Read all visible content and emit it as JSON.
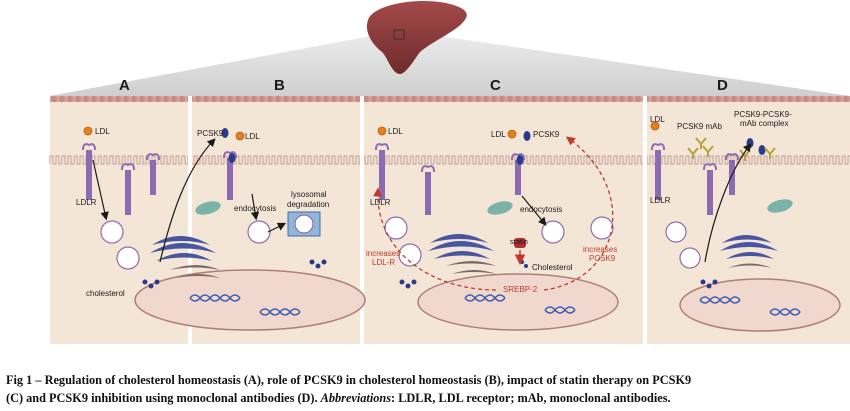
{
  "panels": [
    {
      "letter": "A"
    },
    {
      "letter": "B"
    },
    {
      "letter": "C"
    },
    {
      "letter": "D"
    }
  ],
  "labels": {
    "ldl": "LDL",
    "ldlr": "LDLR",
    "cholesterol": "cholesterol",
    "pcsk9": "PCSK9",
    "endocytosis": "endocytosis",
    "lysosomal_1": "lysosomal",
    "lysosomal_2": "degradation",
    "statin": "statin",
    "cholesterol_down": "Cholesterol",
    "srebp": "SREBP-2",
    "increases_ldlr_1": "increases",
    "increases_ldlr_2": "LDL-R",
    "increases_pcsk9_1": "increases",
    "increases_pcsk9_2": "PCSK9",
    "pcsk9_mab": "PCSK9 mAb",
    "complex_1": "PCSK9-PCSK9-",
    "complex_2": "mAb complex"
  },
  "caption": {
    "line1": "Fig 1 – Regulation of cholesterol homeostasis (A), role of PCSK9 in cholesterol homeostasis (B), impact of statin therapy on PCSK9",
    "line2_a": "(C) and PCSK9 inhibition using monoclonal antibodies (D). ",
    "line2_b": "Abbreviations",
    "line2_c": ": LDLR, LDL receptor; mAb, monoclonal antibodies."
  },
  "colors": {
    "cell_fill": "#f4e6d6",
    "membrane": "#b98a86",
    "nucleus_fill": "#f1d8cf",
    "nucleus_stroke": "#b07e78",
    "receptor": "#8e6bb0",
    "ldl": "#e5801f",
    "pcsk9": "#2b3a8c",
    "golgi": "#4a55a2",
    "er": "#7a6a68",
    "mito": "#7bb3a8",
    "dna": "#3b5bb0",
    "red_arrow": "#c0392b",
    "liver": "#8a3a3a"
  }
}
